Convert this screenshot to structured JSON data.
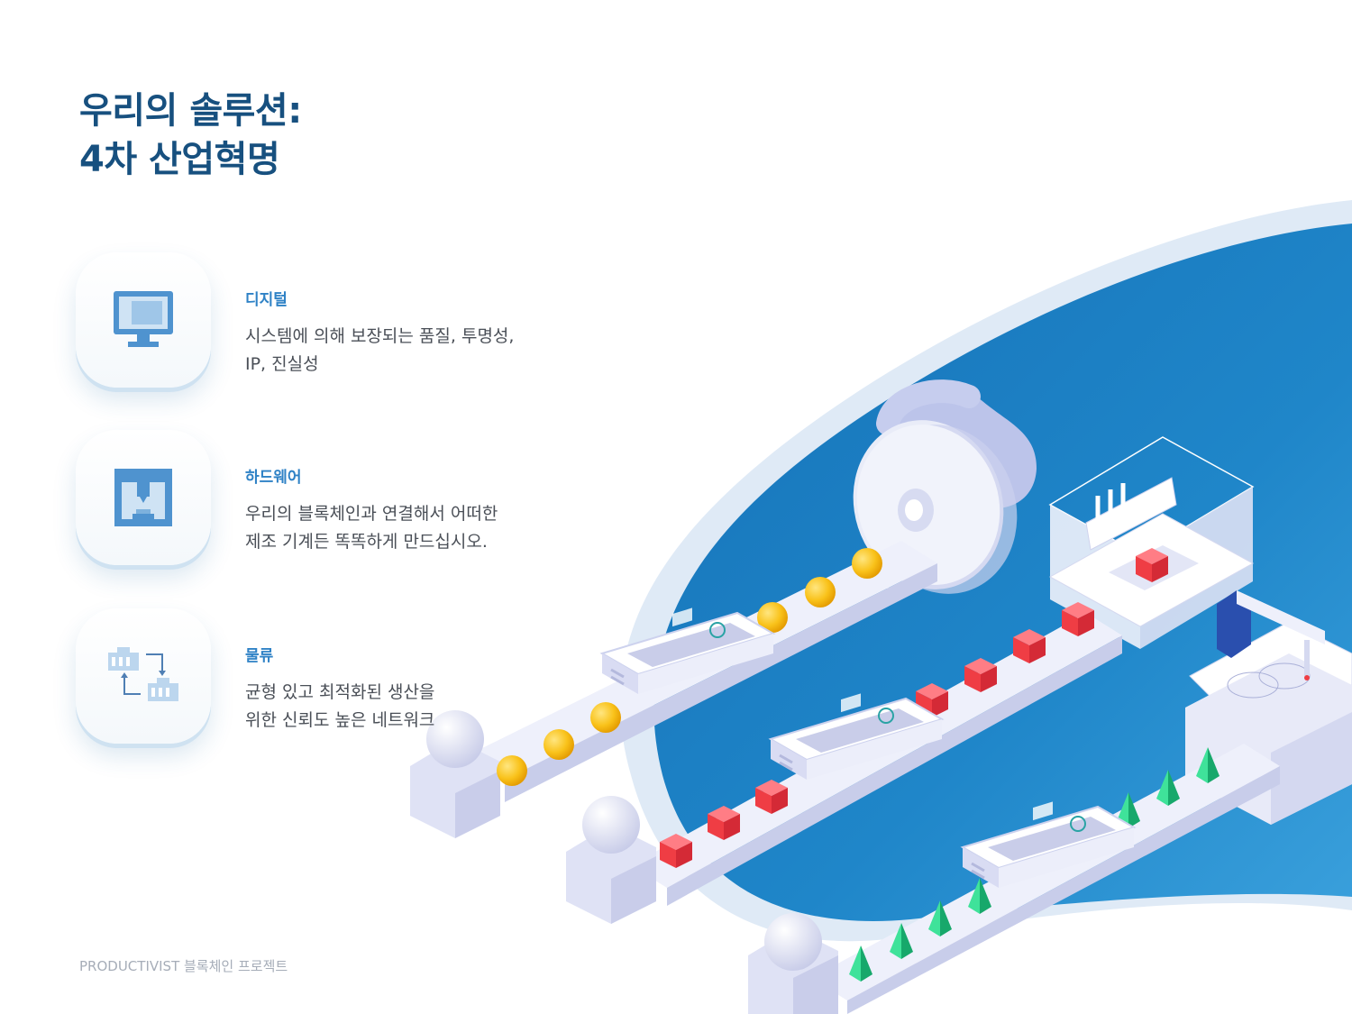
{
  "slide": {
    "title_line1": "우리의 솔루션:",
    "title_line2": "4차 산업혁명",
    "footer": "PRODUCTIVIST 블록체인 프로젝트"
  },
  "features": [
    {
      "title": "디지털",
      "desc_line1": "시스템에 의해 보장되는 품질, 투명성,",
      "desc_line2": "IP, 진실성",
      "icon": "monitor-icon"
    },
    {
      "title": "하드웨어",
      "desc_line1": "우리의 블록체인과 연결해서 어떠한",
      "desc_line2": "제조 기계든 똑똑하게 만드십시오.",
      "icon": "3d-printer-icon"
    },
    {
      "title": "물류",
      "desc_line1": "균형 있고 최적화된 생산을",
      "desc_line2": "위한 신뢰도 높은 네트워크",
      "icon": "logistics-icon"
    }
  ],
  "colors": {
    "title": "#17507f",
    "accent": "#2f82c6",
    "blob_blue": "#1f83c8",
    "coin": "#f7b500",
    "cube": "#ef3d44",
    "cone": "#22c07e"
  }
}
